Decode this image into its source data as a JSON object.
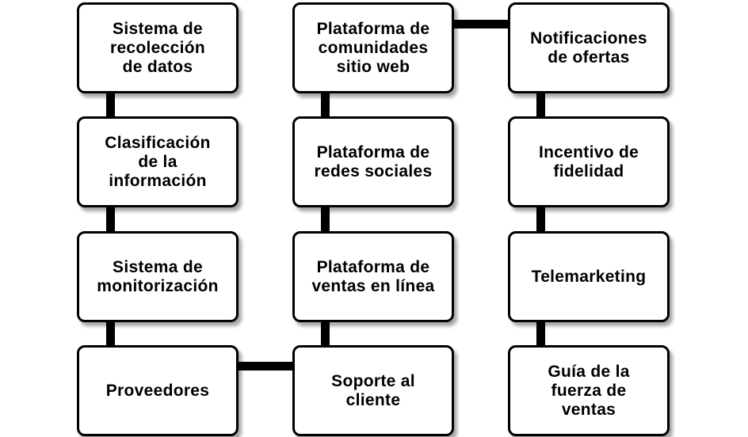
{
  "diagram": {
    "columns": [
      {
        "nodes": [
          {
            "label": "Sistema de\nrecolección\nde datos"
          },
          {
            "label": "Clasificación\nde la\ninformación"
          },
          {
            "label": "Sistema de\nmonitorización"
          },
          {
            "label": "Proveedores"
          }
        ]
      },
      {
        "nodes": [
          {
            "label": "Plataforma de\ncomunidades\nsitio web"
          },
          {
            "label": "Plataforma de\nredes sociales"
          },
          {
            "label": "Plataforma de\nventas en línea"
          },
          {
            "label": "Soporte al\ncliente"
          }
        ]
      },
      {
        "nodes": [
          {
            "label": "Notificaciones\nde ofertas"
          },
          {
            "label": "Incentivo de\nfidelidad"
          },
          {
            "label": "Telemarketing"
          },
          {
            "label": "Guía de la\nfuerza de\nventas"
          }
        ]
      }
    ],
    "colors": {
      "box_fill": "#ffffff",
      "box_border": "#000000",
      "connector": "#000000",
      "text": "#000000"
    }
  }
}
